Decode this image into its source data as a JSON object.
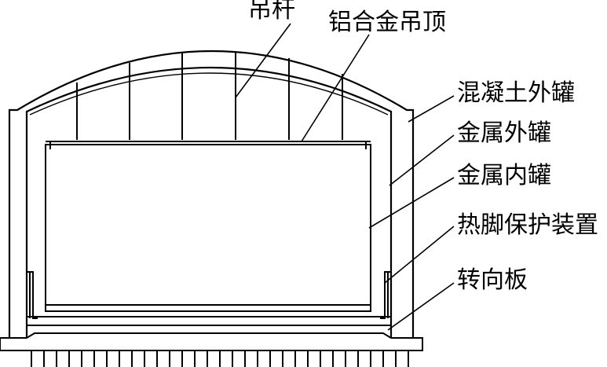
{
  "labels": {
    "hanger_rod": "吊杆",
    "aluminum_ceiling": "铝合金吊顶",
    "concrete_outer_tank": "混凝土外罐",
    "metal_outer_tank": "金属外罐",
    "metal_inner_tank": "金属内罐",
    "thermal_corner_protection": "热脚保护装置",
    "diversion_plate": "转向板"
  },
  "colors": {
    "line": "#000000",
    "background": "#ffffff"
  }
}
